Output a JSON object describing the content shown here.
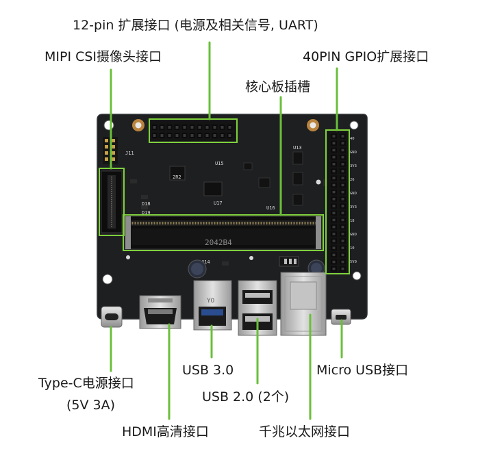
{
  "labels": {
    "pin12": "12-pin 扩展接口 (电源及相关信号, UART)",
    "mipi": "MIPI CSI摄像头接口",
    "gpio40": "40PIN GPIO扩展接口",
    "core_slot": "核心板插槽",
    "typec_line1": "Type-C电源接口",
    "typec_line2": "(5V 3A)",
    "usb3": "USB 3.0",
    "usb2": "USB 2.0 (2个)",
    "micro_usb": "Micro USB接口",
    "hdmi": "HDMI高清接口",
    "ethernet": "千兆以太网接口"
  },
  "board_markings": {
    "slot_code": "2042B4",
    "usb3_mark": "Y0"
  },
  "colors": {
    "pcb": "#1e1f21",
    "highlight": "#7fd13b",
    "leader": "#6abf3a",
    "metal": "#c9c9c9",
    "text": "#1a1a1a"
  }
}
